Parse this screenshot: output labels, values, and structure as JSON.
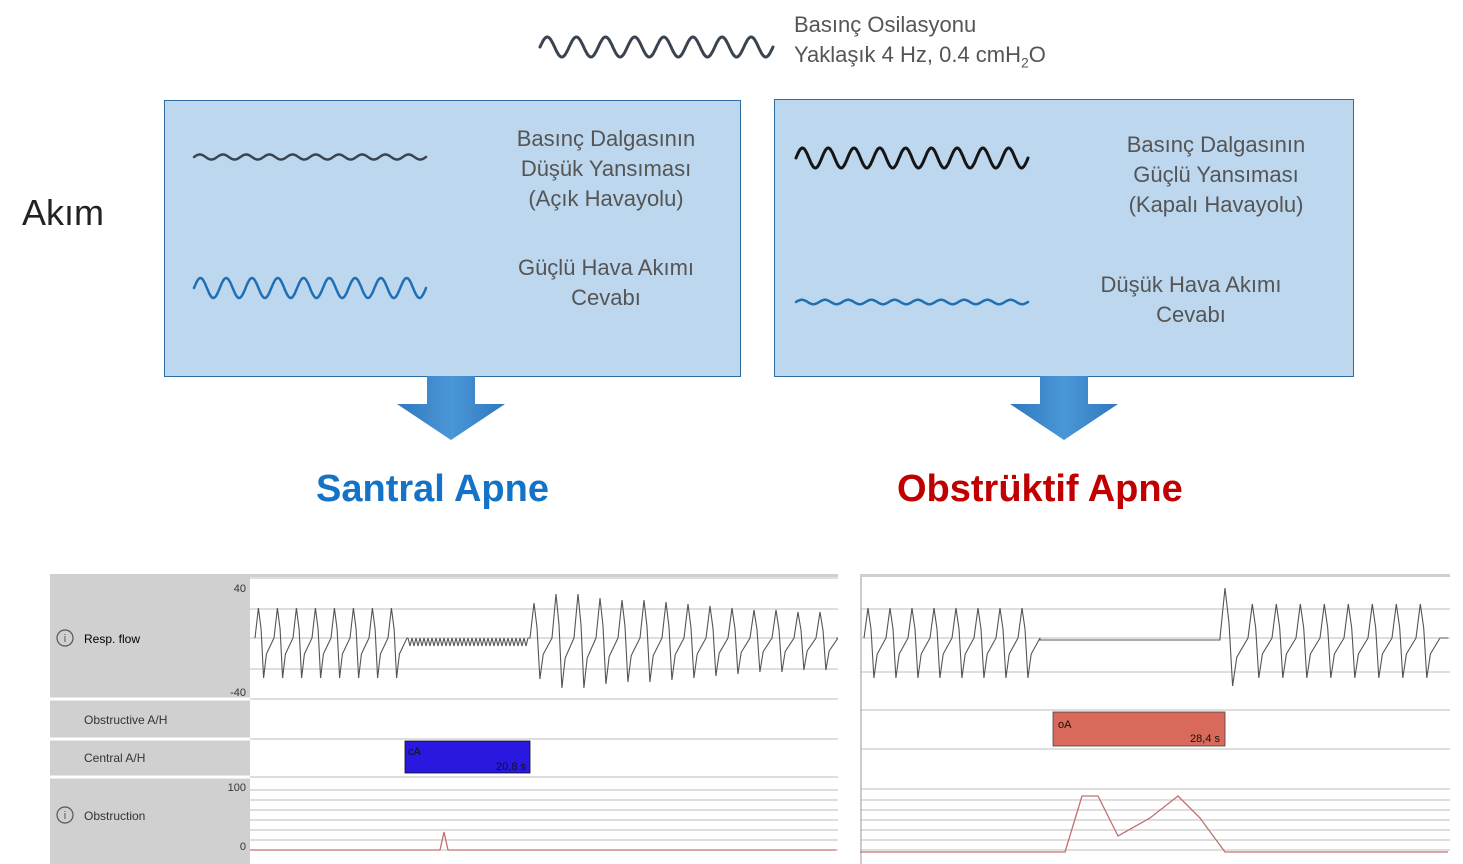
{
  "legend": {
    "line1": "Basınç Osilasyonu",
    "line2_prefix": "Yaklaşık 4 Hz, 0.4 cmH",
    "line2_sub": "2",
    "line2_suffix": "O"
  },
  "side_label": "Akım",
  "left_box": {
    "wave1_text": [
      "Basınç Dalgasının",
      "Düşük Yansıması",
      "(Açık Havayolu)"
    ],
    "wave2_text": [
      "Güçlü Hava Akımı",
      "Cevabı"
    ]
  },
  "right_box": {
    "wave1_text": [
      "Basınç Dalgasının",
      "Güçlü Yansıması",
      "(Kapalı Havayolu)"
    ],
    "wave2_text": [
      "Düşük Hava Akımı",
      "Cevabı"
    ]
  },
  "titles": {
    "central": "Santral Apne",
    "obstructive": "Obstrüktif Apne"
  },
  "left_trace": {
    "resp_flow_label": "Resp. flow",
    "flow_max": "40",
    "flow_min": "-40",
    "obstructive_label": "Obstructive A/H",
    "central_label": "Central A/H",
    "obstruction_label": "Obstruction",
    "obstruction_max": "100",
    "obstruction_min": "0",
    "event_code": "cA",
    "event_duration": "20,8 s"
  },
  "right_trace": {
    "event_code": "oA",
    "event_duration": "28,4 s"
  },
  "colors": {
    "box_fill": "#bdd7ee",
    "box_border": "#2e6da4",
    "arrow": "#3a86c8",
    "central_title": "#1473c6",
    "obstructive_title": "#c00000",
    "central_event": "#2a17e0",
    "obstructive_event": "#d9695a"
  }
}
